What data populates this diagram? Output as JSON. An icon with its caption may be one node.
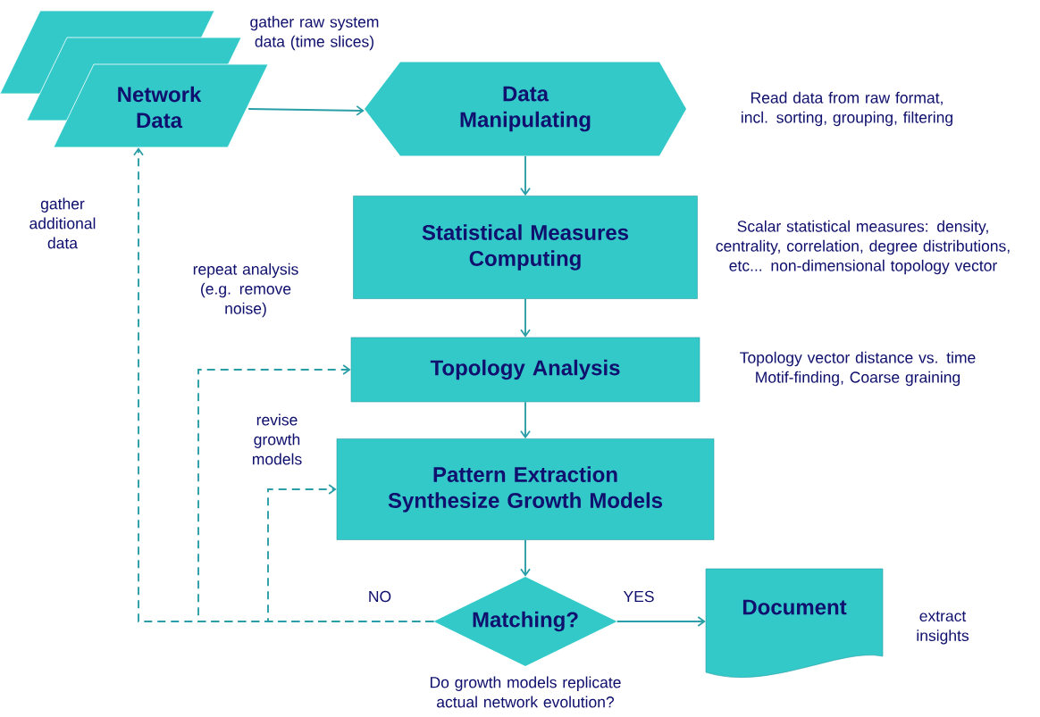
{
  "diagram": {
    "nodes": [
      {
        "text": [
          "Network Data"
        ],
        "beside": [
          "gather raw system data (time slices)"
        ]
      },
      {
        "text": [
          "Data Manipulating"
        ],
        "beside": [
          "Read data from raw format, incl. sorting, grouping, filtering"
        ]
      },
      {
        "text": [
          "Statistical Measures Computing"
        ],
        "beside": [
          "Scalar statistical measures: density, centrality, correlation, degree distributions, etc... non-dimensional topology vector"
        ]
      },
      {
        "text": [
          "Topology Analysis"
        ],
        "beside": [
          "Topology vector distance vs. time Motif-finding, Coarse graining"
        ]
      },
      {
        "text": [
          "Pattern Extraction",
          "Synthesize Growth Models"
        ]
      },
      {
        "text": [
          "Matching?"
        ],
        "beside": [
          "Do growth models replicate actual network evolution?"
        ]
      },
      {
        "text": [
          "Document"
        ],
        "beside": [
          "extract insights"
        ]
      }
    ],
    "edges": [
      {
        "from": 0,
        "to": 1,
        "arrow": "to"
      },
      {
        "from": 1,
        "to": 2,
        "arrow": "to"
      },
      {
        "from": 2,
        "to": 3,
        "arrow": "to"
      },
      {
        "from": 3,
        "to": 4,
        "arrow": "to"
      },
      {
        "from": 4,
        "to": 5,
        "arrow": "to"
      },
      {
        "from": 5,
        "to": 6,
        "arrow": "to",
        "label": "YES"
      },
      {
        "from": 5,
        "to": 0,
        "arrow": "to",
        "style": "dashed",
        "label": "gather additional data"
      },
      {
        "from": 5,
        "to": 3,
        "arrow": "to",
        "style": "dashed",
        "label": "repeat analysis (e.g. remove noise)"
      },
      {
        "from": 5,
        "to": 4,
        "arrow": "to",
        "style": "dashed",
        "label": "revise growth models"
      }
    ],
    "labels": [
      "NO"
    ]
  }
}
